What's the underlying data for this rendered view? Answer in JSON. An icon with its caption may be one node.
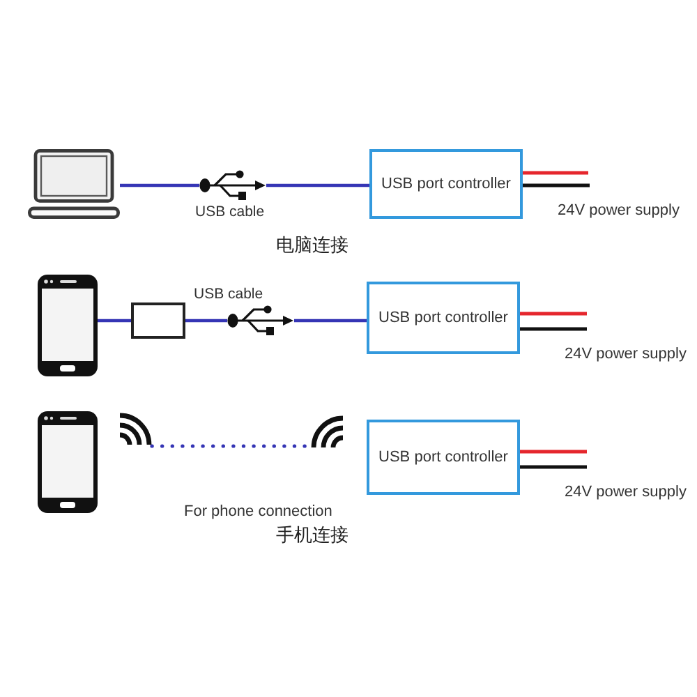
{
  "diagram": {
    "nodes": [
      {
        "text": [],
        "shape": "picture"
      },
      {
        "text": [],
        "shape": "picture",
        "beside": [
          "USB cable"
        ]
      },
      {
        "text": [
          "USB port controller"
        ]
      },
      {
        "text": [],
        "shape": "picture"
      },
      {
        "text": [],
        "shape": "box"
      },
      {
        "text": [],
        "shape": "picture",
        "beside": [
          "USB cable"
        ]
      },
      {
        "text": [
          "USB port controller"
        ]
      },
      {
        "text": [],
        "shape": "picture"
      },
      {
        "text": [],
        "shape": "picture"
      },
      {
        "text": [
          "USB port controller"
        ]
      }
    ],
    "edges": [
      {
        "from": 0,
        "to": 1,
        "arrow": "none"
      },
      {
        "from": 1,
        "to": 2,
        "arrow": "none"
      },
      {
        "from": 3,
        "to": 4,
        "arrow": "none"
      },
      {
        "from": 4,
        "to": 5,
        "arrow": "none"
      },
      {
        "from": 5,
        "to": 6,
        "arrow": "none"
      },
      {
        "from": 7,
        "to": 8,
        "arrow": "none",
        "style": "dashed"
      },
      {
        "from": 2,
        "to": null,
        "arrow": "none",
        "color": "#e5262d"
      },
      {
        "from": 2,
        "to": null,
        "arrow": "none",
        "color": "#111111"
      },
      {
        "from": 6,
        "to": null,
        "arrow": "none",
        "color": "#e5262d"
      },
      {
        "from": 6,
        "to": null,
        "arrow": "none",
        "color": "#111111"
      },
      {
        "from": 9,
        "to": null,
        "arrow": "none",
        "color": "#e5262d"
      },
      {
        "from": 9,
        "to": null,
        "arrow": "none",
        "color": "#111111"
      }
    ],
    "labels": [
      "24V power supply",
      "电脑连接",
      "24V power supply",
      "24V power supply",
      "For phone connection",
      "手机连接"
    ]
  }
}
